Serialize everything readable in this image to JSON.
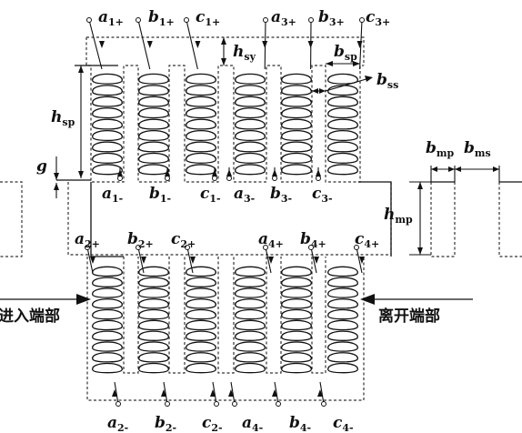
{
  "diagram": {
    "top_terminals": [
      {
        "base": "a",
        "sub": "1+"
      },
      {
        "base": "b",
        "sub": "1+"
      },
      {
        "base": "c",
        "sub": "1+"
      },
      {
        "base": "a",
        "sub": "3+"
      },
      {
        "base": "b",
        "sub": "3+"
      },
      {
        "base": "c",
        "sub": "3+"
      }
    ],
    "upper_mid_terminals": [
      {
        "base": "a",
        "sub": "1-"
      },
      {
        "base": "b",
        "sub": "1-"
      },
      {
        "base": "c",
        "sub": "1-"
      },
      {
        "base": "a",
        "sub": "3-"
      },
      {
        "base": "b",
        "sub": "3-"
      },
      {
        "base": "c",
        "sub": "3-"
      }
    ],
    "lower_mid_terminals": [
      {
        "base": "a",
        "sub": "2+"
      },
      {
        "base": "b",
        "sub": "2+"
      },
      {
        "base": "c",
        "sub": "2+"
      },
      {
        "base": "a",
        "sub": "4+"
      },
      {
        "base": "b",
        "sub": "4+"
      },
      {
        "base": "c",
        "sub": "4+"
      }
    ],
    "bottom_terminals": [
      {
        "base": "a",
        "sub": "2-"
      },
      {
        "base": "b",
        "sub": "2-"
      },
      {
        "base": "c",
        "sub": "2-"
      },
      {
        "base": "a",
        "sub": "4-"
      },
      {
        "base": "b",
        "sub": "4-"
      },
      {
        "base": "c",
        "sub": "4-"
      }
    ],
    "dimensions": {
      "h_sy": {
        "base": "h",
        "sub": "sy"
      },
      "b_sp": {
        "base": "b",
        "sub": "sp"
      },
      "b_ss": {
        "base": "b",
        "sub": "ss"
      },
      "h_sp": {
        "base": "h",
        "sub": "sp"
      },
      "g": {
        "base": "g",
        "sub": ""
      },
      "b_mp": {
        "base": "b",
        "sub": "mp"
      },
      "b_ms": {
        "base": "b",
        "sub": "ms"
      },
      "h_mp": {
        "base": "h",
        "sub": "mp"
      }
    },
    "entry_label": "进入端部",
    "exit_label": "离开端部"
  }
}
